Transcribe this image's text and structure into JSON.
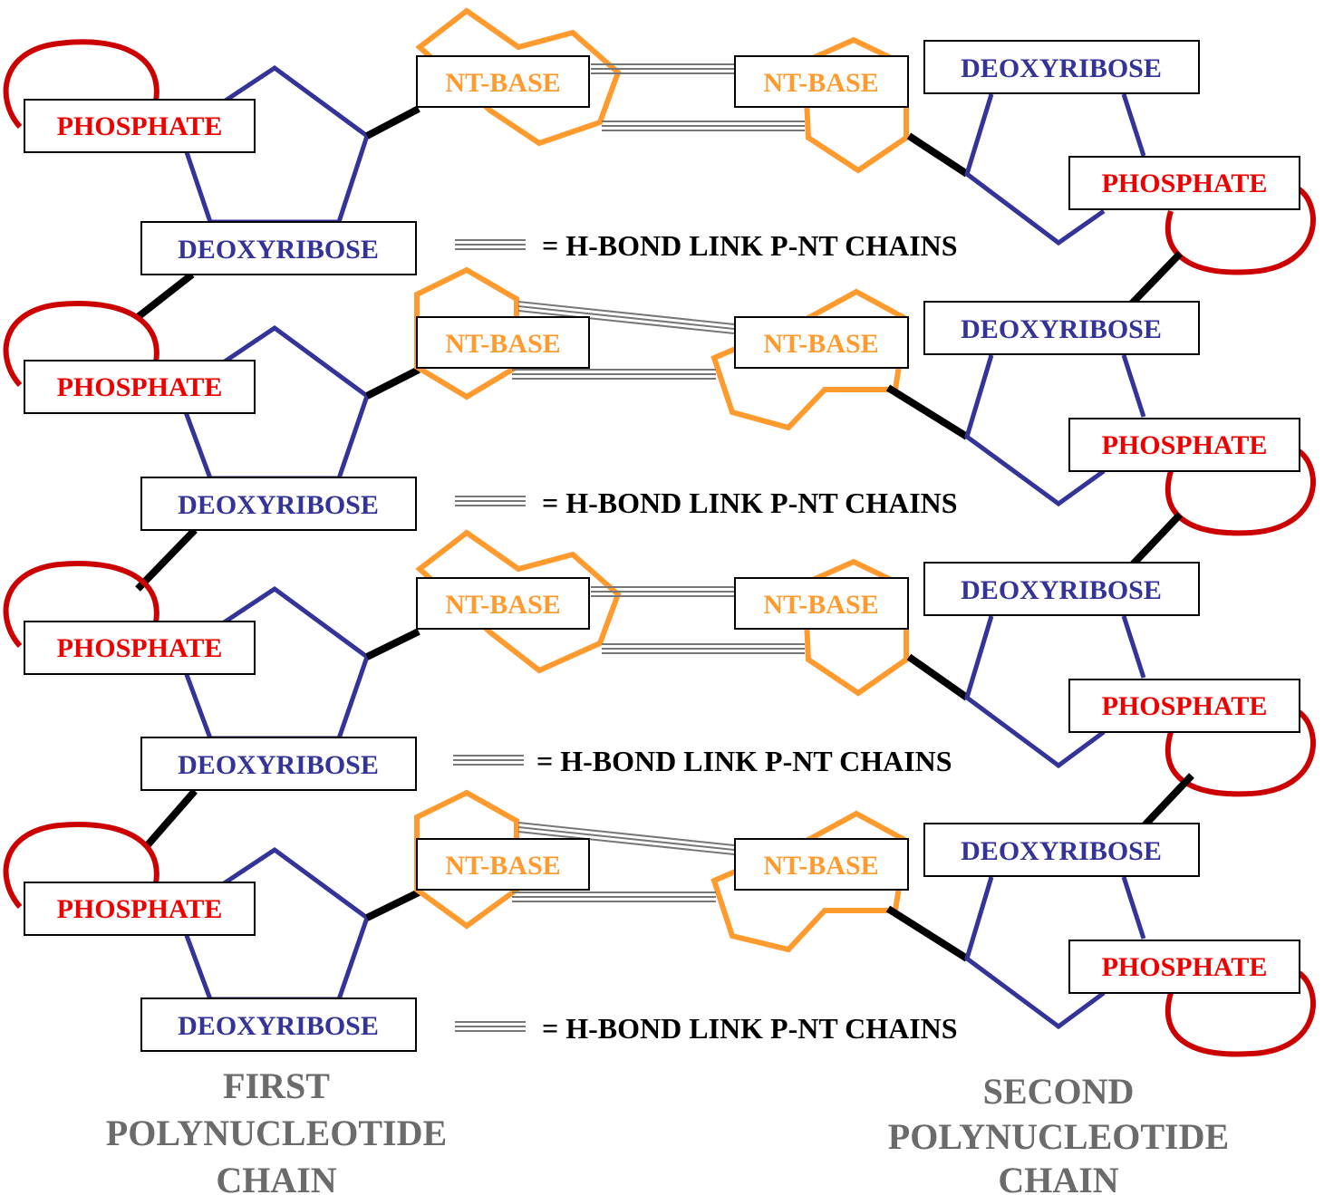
{
  "labels": {
    "phosphate": "PHOSPHATE",
    "deoxyribose": "DEOXYRIBOSE",
    "nt_base": "NT-BASE",
    "legend": "= H-BOND LINK P-NT CHAINS"
  },
  "chains": {
    "first": [
      "FIRST",
      "POLYNUCLEOTIDE",
      "CHAIN"
    ],
    "second": [
      "SECOND",
      "POLYNUCLEOTIDE",
      "CHAIN"
    ]
  },
  "colors": {
    "phosphate": "#cc0000",
    "phosphate_text": "#ee0000",
    "sugar": "#333399",
    "base": "#ff9a2e",
    "backbone": "#000000",
    "hbond": "#777777",
    "chain_label": "#6b6b6b"
  }
}
